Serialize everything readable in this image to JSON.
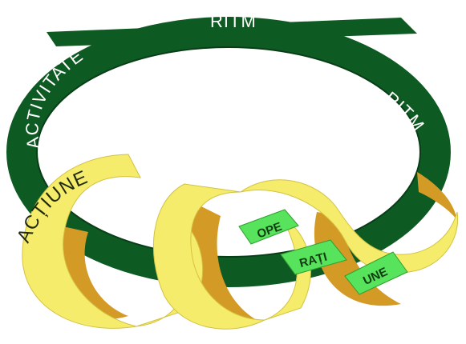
{
  "labels": {
    "ritm_top": "RITM",
    "ritm_right": "RITM",
    "activitate": "ACTIVITATE",
    "actiune": "ACȚIUNE",
    "ope": "OPE",
    "rati": "RAȚI",
    "une": "UNE"
  },
  "colors": {
    "dark_green": "#0e5a23",
    "green_edge": "#083d17",
    "yellow_front": "#f6ec6c",
    "yellow_back": "#d49a26",
    "light_green": "#58e35c"
  }
}
